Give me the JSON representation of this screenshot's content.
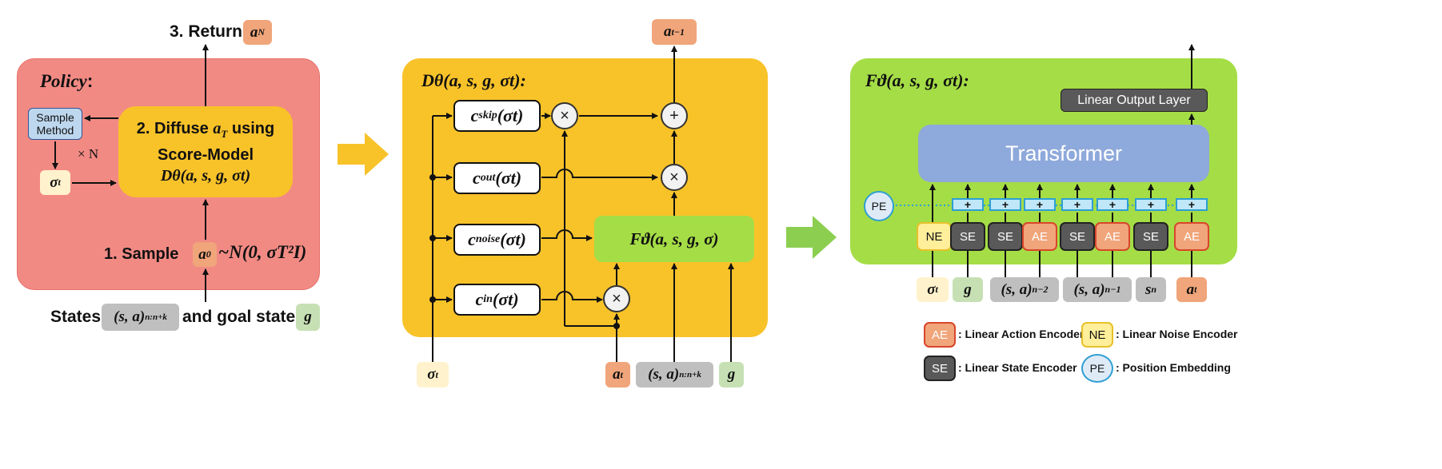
{
  "colors": {
    "policy_panel": "#F28A84",
    "diffusion_panel": "#F8C229",
    "model_panel": "#A5DD46",
    "transformer": "#8EA9DB",
    "arrow_orange": "#F8C229",
    "arrow_green": "#8CCF50"
  },
  "policy": {
    "title": "Policy",
    "title_suffix": ":",
    "return_label": "3. Return",
    "return_token": "a",
    "return_token_sub": "N",
    "sample_method": "Sample Method",
    "times_n": "× N",
    "sigma_token": "σ",
    "sigma_sub": "t",
    "diffuse_line1_prefix": "2. Diffuse ",
    "diffuse_line1_var": "a",
    "diffuse_line1_sub": "T",
    "diffuse_line1_suffix": " using",
    "diffuse_line2": "Score-Model",
    "diffuse_line3": "Dθ(a, s, g, σt)",
    "sample_label": "1.   Sample",
    "sample_token": "a",
    "sample_token_sub": "0",
    "sample_dist": "~N(0, σT²I)",
    "states_label": "States",
    "states_token": "(s, a)",
    "states_token_sub": "n:n+k",
    "goal_label": "and goal states",
    "goal_token": "g"
  },
  "diffusion": {
    "title": "Dθ(a, s, g, σt):",
    "output_token": "a",
    "output_sub": "t−1",
    "c_skip": "c",
    "c_skip_sub": "skip",
    "c_out": "c",
    "c_out_sub": "out",
    "c_noise": "c",
    "c_noise_sub": "noise",
    "c_in": "c",
    "c_in_sub": "in",
    "c_arg": "(σt)",
    "times_symbol": "×",
    "plus_symbol": "+",
    "f_box": "Fϑ(a, s, g, σ)",
    "in_sigma": "σ",
    "in_sigma_sub": "t",
    "in_at": "a",
    "in_at_sub": "t",
    "in_sa": "(s, a)",
    "in_sa_sub": "n:n+k",
    "in_g": "g"
  },
  "model": {
    "title": "Fϑ(a, s, g, σt):",
    "linear_output": "Linear Output Layer",
    "transformer": "Transformer",
    "pe": "PE",
    "plus_symbol": "+",
    "encoders": [
      "NE",
      "SE",
      "SE",
      "AE",
      "SE",
      "AE",
      "SE",
      "AE"
    ],
    "inputs": [
      {
        "main": "σ",
        "sub": "t"
      },
      {
        "main": "g",
        "sub": ""
      },
      {
        "main": "(s, a)",
        "sub": "n−2"
      },
      {
        "main": "(s, a)",
        "sub": "n−1"
      },
      {
        "main": "s",
        "sub": "n"
      },
      {
        "main": "a",
        "sub": "t"
      }
    ]
  },
  "legend": {
    "ae_tag": "AE",
    "ae_text": ": Linear Action Encoder",
    "ne_tag": "NE",
    "ne_text": ": Linear Noise Encoder",
    "se_tag": "SE",
    "se_text": ": Linear State Encoder",
    "pe_tag": "PE",
    "pe_text": ": Position Embedding"
  }
}
